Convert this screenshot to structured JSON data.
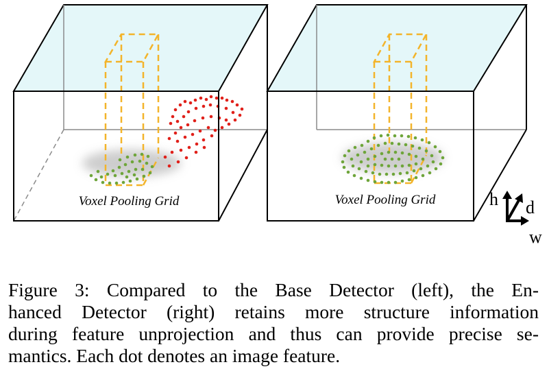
{
  "figure": {
    "left_panel": {
      "grid_label": "Voxel Pooling Grid"
    },
    "right_panel": {
      "grid_label": "Voxel Pooling Grid"
    },
    "axes": {
      "h": "h",
      "d": "d",
      "w": "w"
    },
    "colors": {
      "top_face": "#e4f7f9",
      "pillar": "#f3b42a",
      "red_dots": "#e0201a",
      "green_dots": "#6ea53a",
      "object_blob": "#c8c8c8"
    }
  },
  "caption": {
    "lines": [
      "Figure 3: Compared to the Base Detector (left), the En-",
      "hanced Detector (right) retains more structure information",
      "during feature unprojection and thus can provide precise se-",
      "mantics. Each dot denotes an image feature."
    ]
  }
}
